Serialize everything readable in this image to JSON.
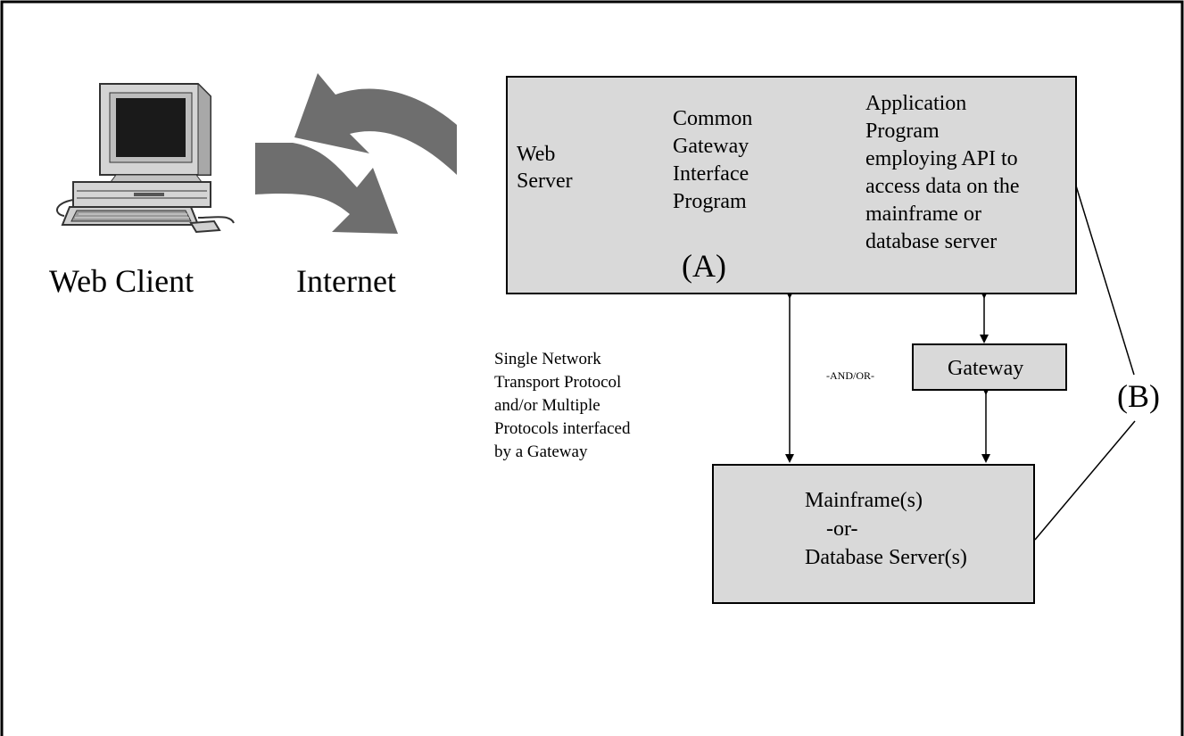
{
  "labels": {
    "web_client": "Web Client",
    "internet": "Internet",
    "web_server": "Web\nServer",
    "cgi_program": "Common\nGateway\nInterface\nProgram",
    "marker_a": "(A)",
    "application_program": "Application\nProgram\nemploying API to\naccess data on the\nmainframe or\ndatabase server",
    "protocol_note": "Single Network\nTransport Protocol\nand/or Multiple\nProtocols interfaced\nby a Gateway",
    "and_or": "-AND/OR-",
    "gateway": "Gateway",
    "mainframe": "Mainframe(s)\n    -or-\nDatabase Server(s)",
    "marker_b": "(B)"
  },
  "colors": {
    "box_fill": "#d9d9d9",
    "internet_arrows": "#6e6e6e",
    "computer_body": "#d4d4d4",
    "screen": "#1a1a1a"
  }
}
